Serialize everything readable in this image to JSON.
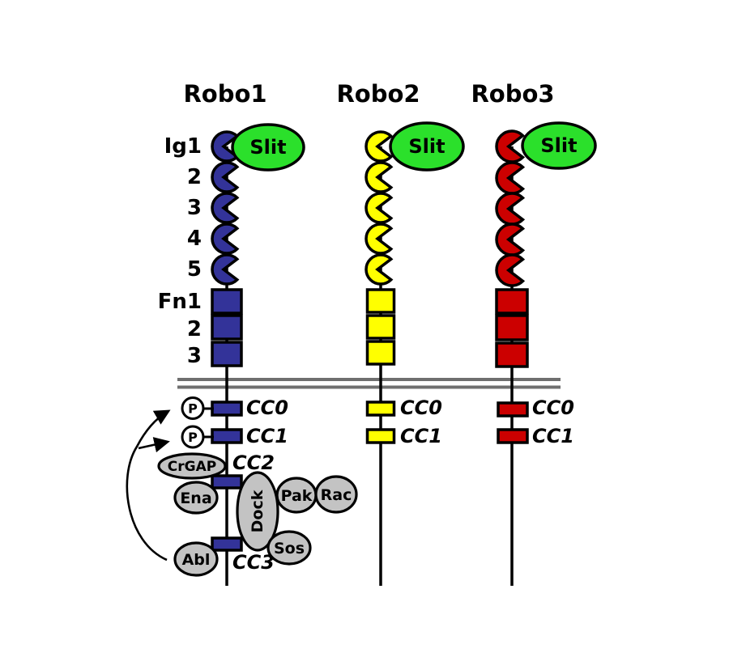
{
  "figure": {
    "background": "#ffffff",
    "membrane": {
      "color": "#6f6f6f"
    },
    "ligand": {
      "label": "Slit",
      "fill": "#2be02b"
    },
    "phospho": {
      "label": "P"
    },
    "effectors": {
      "fill": "#c3c3c3",
      "crgap": "CrGAP",
      "ena": "Ena",
      "dock": "Dock",
      "pak": "Pak",
      "rac": "Rac",
      "sos": "Sos",
      "abl": "Abl"
    },
    "receptors": [
      {
        "id": "robo1",
        "title": "Robo1",
        "fill": "#333399",
        "ig_labels": [
          "Ig1",
          "2",
          "3",
          "4",
          "5"
        ],
        "fn_labels": [
          "Fn1",
          "2",
          "3"
        ],
        "cc_labels": [
          "CC0",
          "CC1",
          "CC2",
          "CC3"
        ]
      },
      {
        "id": "robo2",
        "title": "Robo2",
        "fill": "#ffff00",
        "cc_labels": [
          "CC0",
          "CC1"
        ]
      },
      {
        "id": "robo3",
        "title": "Robo3",
        "fill": "#cc0000",
        "cc_labels": [
          "CC0",
          "CC1"
        ]
      }
    ]
  }
}
